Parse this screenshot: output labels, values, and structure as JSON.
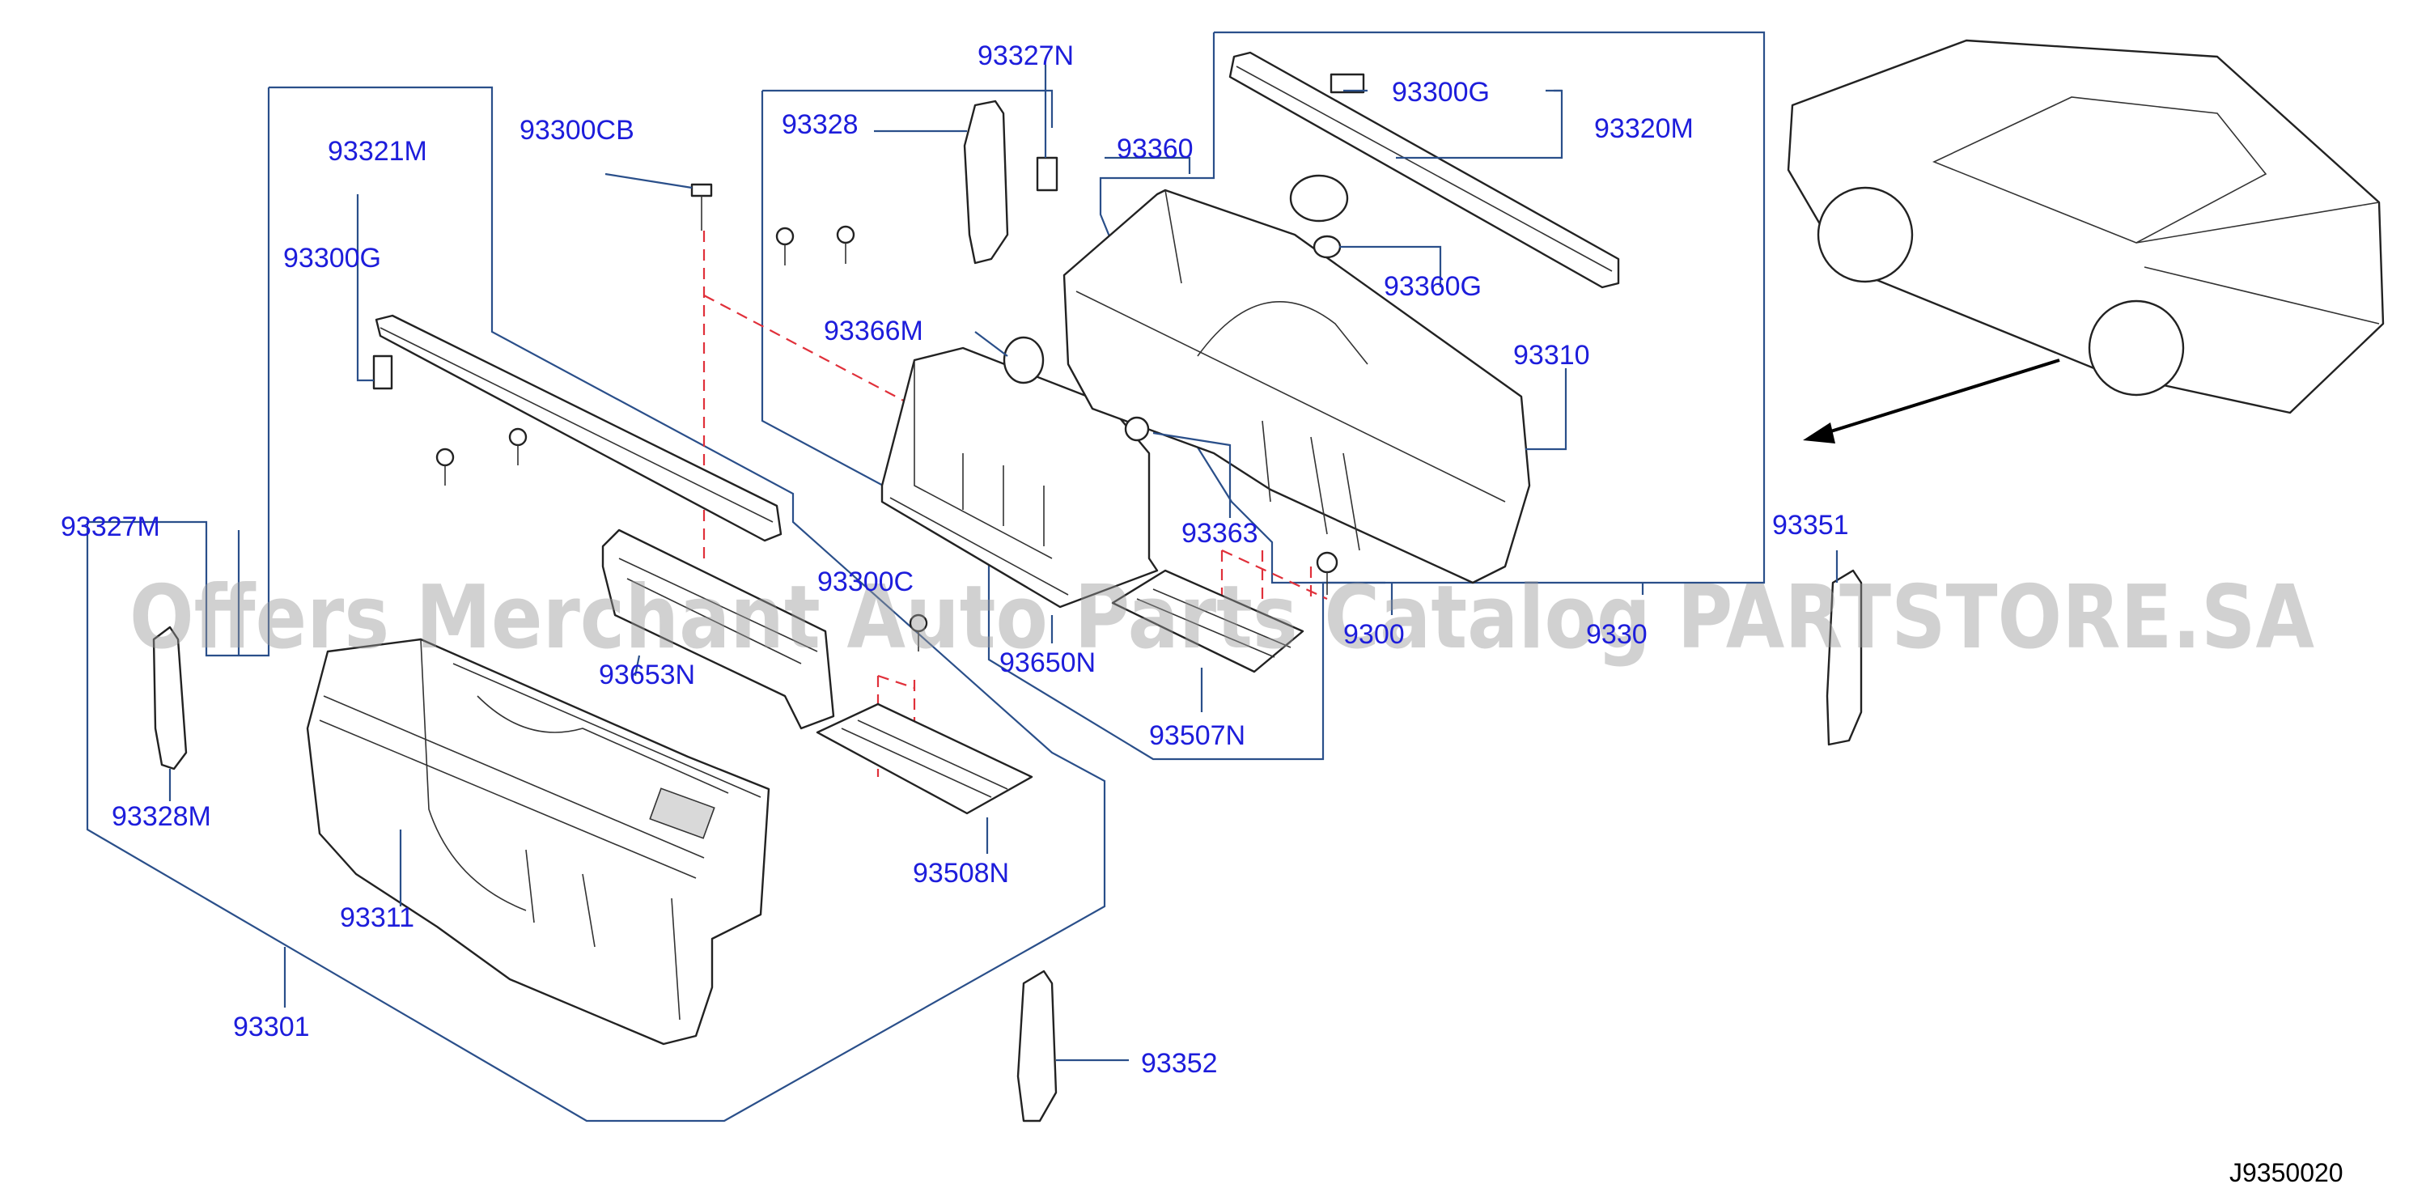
{
  "labels": {
    "p93327N": "93327N",
    "p93300CB": "93300CB",
    "p93328": "93328",
    "p93321M": "93321M",
    "p93300G_left": "93300G",
    "p93360": "93360",
    "p93300G_right": "93300G",
    "p93320M": "93320M",
    "p93360G": "93360G",
    "p93366M": "93366M",
    "p93310": "93310",
    "p93327M": "93327M",
    "p93363": "93363",
    "p93351": "93351",
    "p93300C": "93300C",
    "p93300_partial": "9300",
    "p9330_partial": "9330",
    "p93653N": "93653N",
    "p93650N": "93650N",
    "p93507N": "93507N",
    "p93328M": "93328M",
    "p93508N": "93508N",
    "p93311": "93311",
    "p93301": "93301",
    "p93352": "93352"
  },
  "watermark": "Offers Merchant Auto Parts Catalog PARTSTORE.SA",
  "diagram_code": "J9350020",
  "colors": {
    "label": "#1d1ddb",
    "leader": "#2a4f8a",
    "dashed_guide": "#e0303a",
    "line_art": "#222222",
    "watermark": "#9a9a9a"
  }
}
